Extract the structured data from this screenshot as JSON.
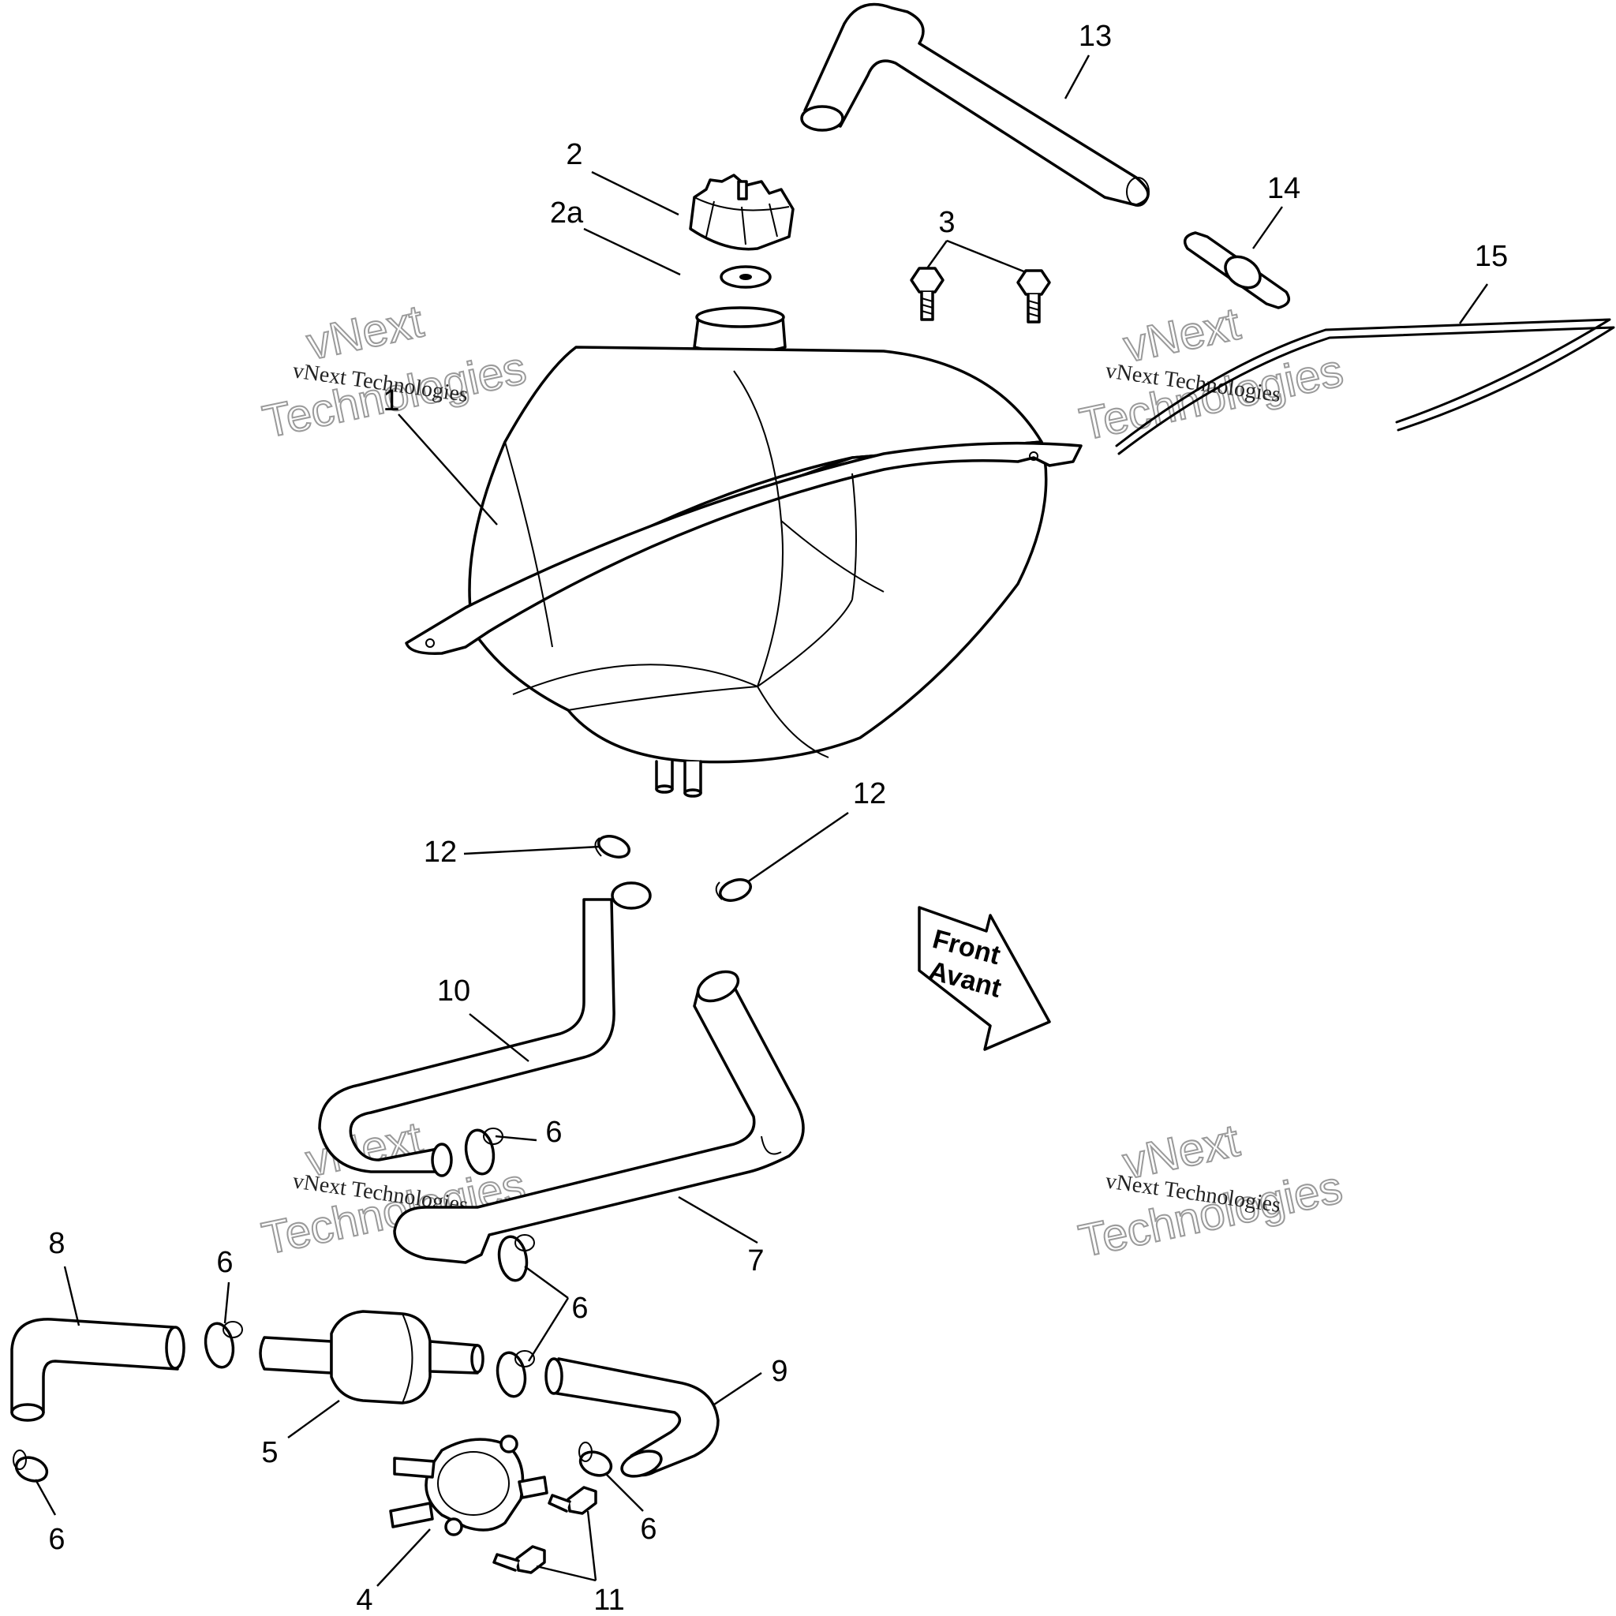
{
  "callouts": {
    "c1": "1",
    "c2": "2",
    "c2a": "2a",
    "c3": "3",
    "c4": "4",
    "c5": "5",
    "c6a": "6",
    "c6b": "6",
    "c6c": "6",
    "c6d": "6",
    "c6e": "6",
    "c7": "7",
    "c8": "8",
    "c9": "9",
    "c10": "10",
    "c11": "11",
    "c12a": "12",
    "c12b": "12",
    "c13": "13",
    "c14": "14",
    "c15": "15"
  },
  "direction_arrow": {
    "line1": "Front",
    "line2": "Avant"
  },
  "watermark": {
    "company": "vNext Technologies",
    "word1": "vNext",
    "word2": "Technologies"
  }
}
